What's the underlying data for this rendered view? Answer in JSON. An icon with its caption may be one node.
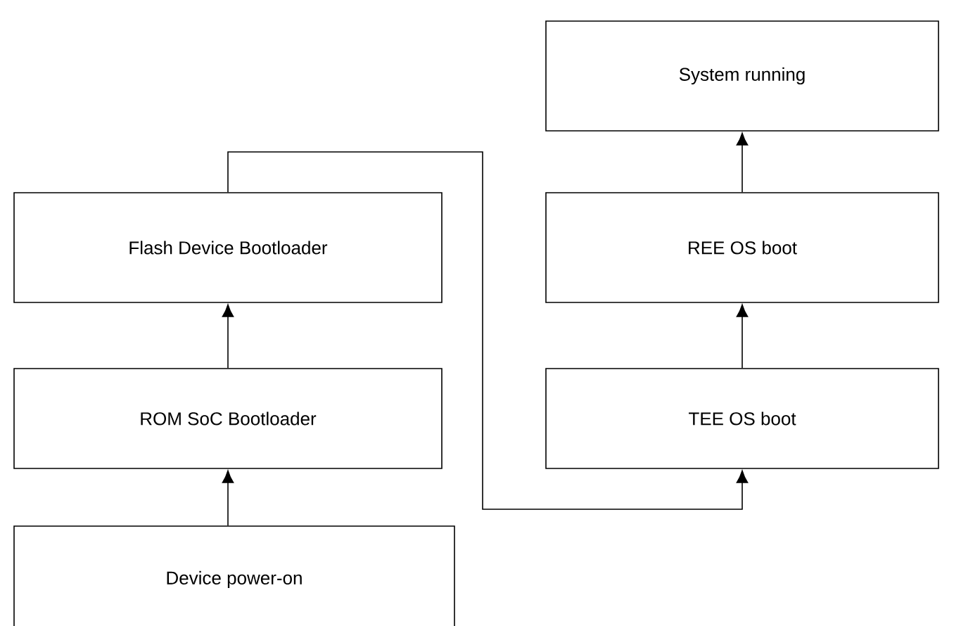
{
  "diagram": {
    "nodes": [
      {
        "text": [
          "System running"
        ]
      },
      {
        "text": [
          "Flash Device Bootloader"
        ]
      },
      {
        "text": [
          "REE OS boot"
        ]
      },
      {
        "text": [
          "ROM SoC Bootloader"
        ]
      },
      {
        "text": [
          "TEE OS boot"
        ]
      },
      {
        "text": [
          "Device power-on"
        ]
      }
    ],
    "edges": [
      {
        "from": 5,
        "to": 3,
        "arrow": "to"
      },
      {
        "from": 3,
        "to": 1,
        "arrow": "to"
      },
      {
        "from": 1,
        "to": 4,
        "arrow": "to"
      },
      {
        "from": 4,
        "to": 2,
        "arrow": "to"
      },
      {
        "from": 2,
        "to": 0,
        "arrow": "to"
      }
    ]
  }
}
